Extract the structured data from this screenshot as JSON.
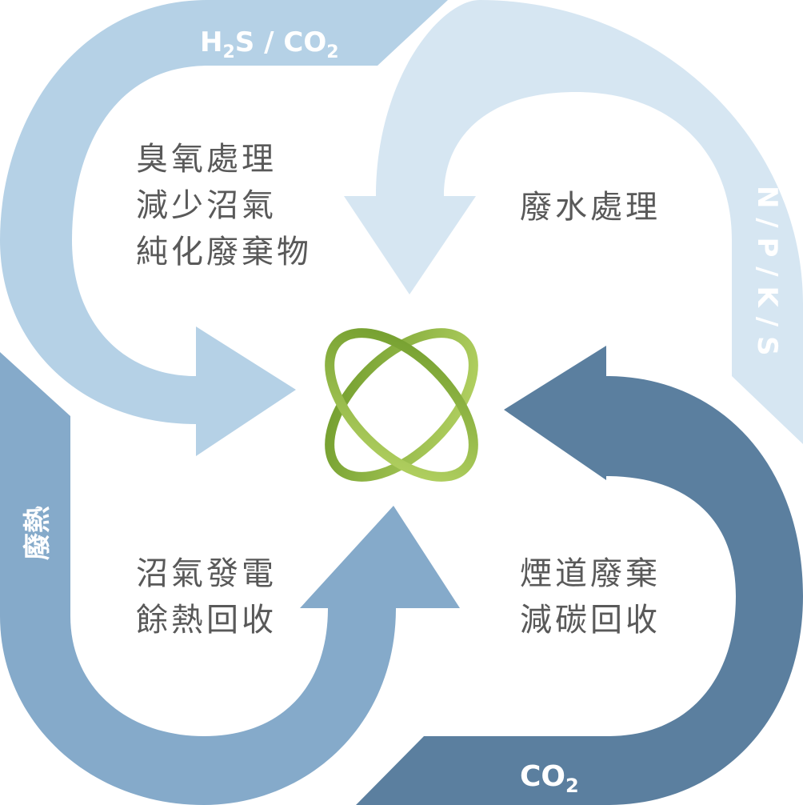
{
  "bands": {
    "top_left": {
      "label_main": "H",
      "label_sub": "2",
      "label_rest": "S / CO",
      "label_sub2": "2"
    },
    "right": {
      "label": "N / P / K / S"
    },
    "left": {
      "label": "廢熱"
    },
    "bottom": {
      "label_main": "CO",
      "label_sub": "2"
    }
  },
  "quadrants": {
    "top_left": {
      "lines": [
        "臭氧處理",
        "減少沼氣",
        "純化廢棄物"
      ]
    },
    "top_right": {
      "lines": [
        "廢水處理"
      ]
    },
    "bottom_left": {
      "lines": [
        "沼氣發電",
        "餘熱回收"
      ]
    },
    "bottom_right": {
      "lines": [
        "煙道廢棄",
        "減碳回收"
      ]
    }
  },
  "colors": {
    "top_left_arrow": "#b5d1e6",
    "top_right_arrow": "#d6e6f2",
    "bottom_left_arrow": "#85aaca",
    "bottom_right_arrow": "#5b7f9f",
    "center_logo_dark": "#7aa132",
    "center_logo_light": "#b3d161",
    "text": "#595959"
  }
}
